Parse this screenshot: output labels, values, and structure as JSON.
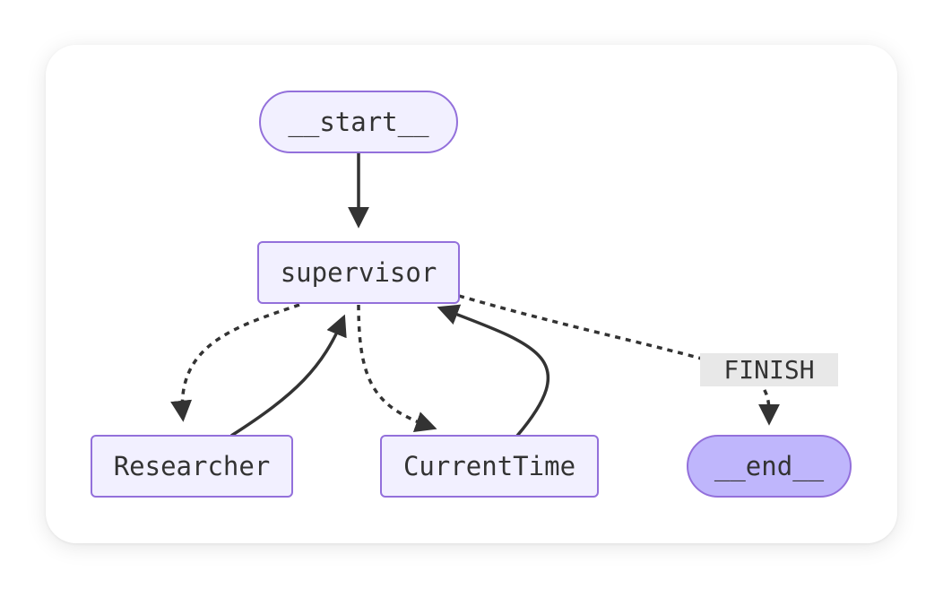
{
  "diagram": {
    "nodes": {
      "start": {
        "label": "__start__"
      },
      "supervisor": {
        "label": "supervisor"
      },
      "researcher": {
        "label": "Researcher"
      },
      "current_time": {
        "label": "CurrentTime"
      },
      "end": {
        "label": "__end__"
      }
    },
    "edges": [
      {
        "from": "start",
        "to": "supervisor",
        "style": "solid"
      },
      {
        "from": "supervisor",
        "to": "researcher",
        "style": "dashed"
      },
      {
        "from": "researcher",
        "to": "supervisor",
        "style": "solid"
      },
      {
        "from": "supervisor",
        "to": "current_time",
        "style": "dashed"
      },
      {
        "from": "current_time",
        "to": "supervisor",
        "style": "solid"
      },
      {
        "from": "supervisor",
        "to": "end",
        "style": "dashed",
        "label": "FINISH"
      }
    ],
    "edge_labels": {
      "finish": "FINISH"
    },
    "colors": {
      "node_fill": "#F2F0FF",
      "node_stroke": "#9370DB",
      "end_fill": "#BFB6FC",
      "edge": "#333333",
      "label_bg": "#E8E8E8"
    }
  }
}
